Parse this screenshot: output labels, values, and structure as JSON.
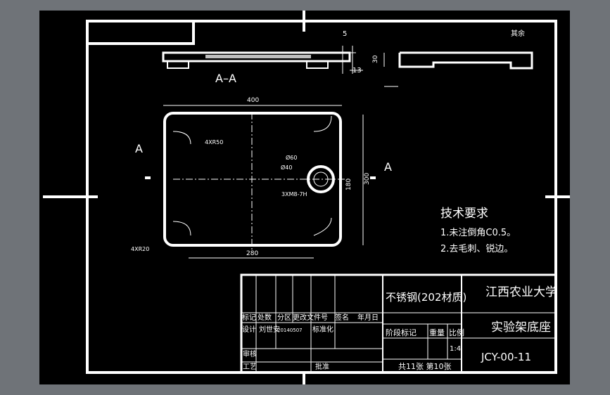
{
  "section_title": "A–A",
  "section_marks": {
    "left": "A",
    "right": "A"
  },
  "corner_label": "其余",
  "dims": {
    "top_thickness": "5",
    "top_height": "13",
    "right_height": "30",
    "width_400": "400",
    "height_300": "300",
    "inner_180": "180",
    "bottom_280": "280",
    "corner_top": "4XR50",
    "corner_bottom": "4XR20",
    "dia_60": "Ø60",
    "dia_40": "Ø40",
    "thread": "3XM8-7H"
  },
  "tech_requirements": {
    "title": "技术要求",
    "items": [
      "1.未注倒角C0.5。",
      "2.去毛刺、锐边。"
    ]
  },
  "title_block": {
    "material": "不锈钢(202材质)",
    "school": "江西农业大学",
    "part_name": "实验架底座",
    "drawing_no": "JCY-00-11",
    "header_row": [
      "标记",
      "处数",
      "分区",
      "更改文件号",
      "签名",
      "年月日"
    ],
    "design_label": "设计",
    "designer": "刘世安",
    "designer_id": "20140507",
    "standardize": "标准化",
    "review": "审核",
    "process": "工艺",
    "approve": "批准",
    "stage_labels": [
      "阶段标记",
      "重量",
      "比例"
    ],
    "scale": "1:4",
    "sheets": "共11张 第10张"
  }
}
